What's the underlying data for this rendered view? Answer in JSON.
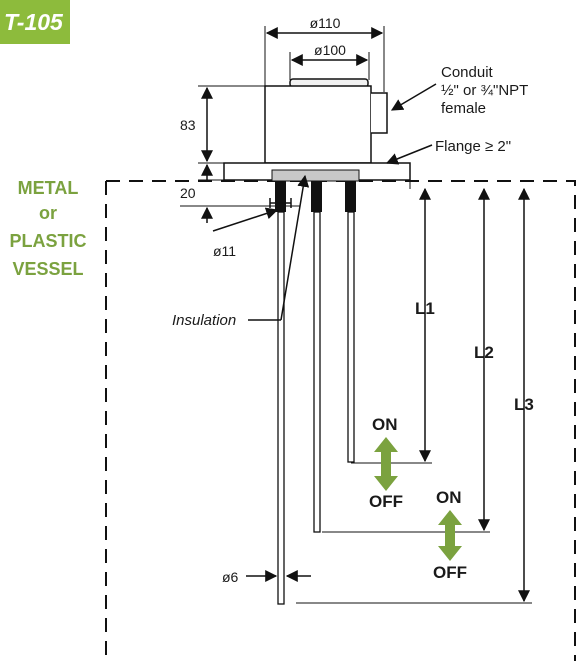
{
  "badge": {
    "text": "T-105",
    "color": "#8dbb3c"
  },
  "vessel": {
    "line1": "METAL",
    "line2": "or",
    "line3": "PLASTIC",
    "line4": "VESSEL",
    "color": "#7ba23f"
  },
  "dimensions": {
    "d110": "ø110",
    "d100": "ø100",
    "h83": "83",
    "h20": "20",
    "d11": "ø11",
    "d6": "ø6"
  },
  "callouts": {
    "conduit1": "Conduit",
    "conduit2": "½\" or ¾\"NPT",
    "conduit3": "female",
    "flange": "Flange ≥ 2\"",
    "insulation": "Insulation"
  },
  "lengths": {
    "l1": "L1",
    "l2": "L2",
    "l3": "L3"
  },
  "switch": {
    "on": "ON",
    "off": "OFF",
    "arrow_color": "#7ba23f"
  }
}
